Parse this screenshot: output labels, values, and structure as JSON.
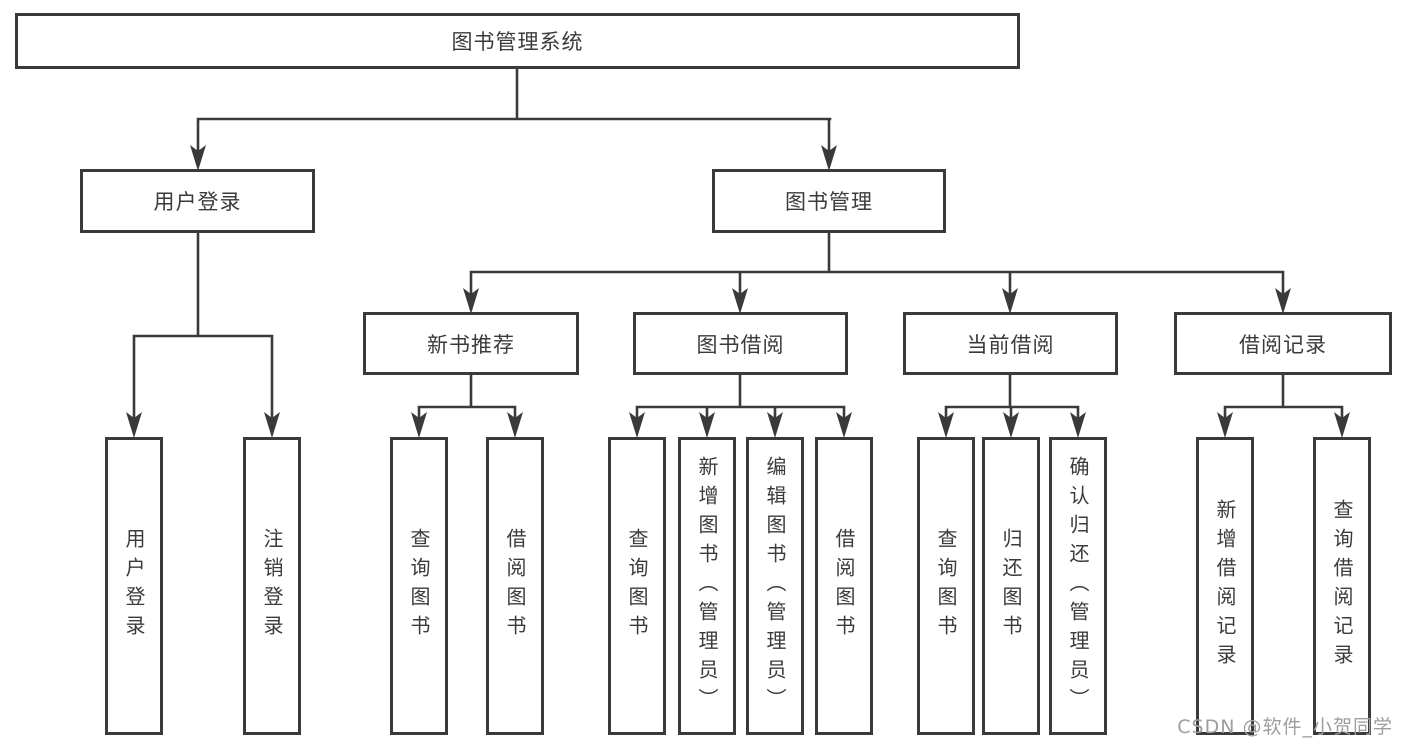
{
  "nodes": {
    "root": {
      "label": "图书管理系统"
    },
    "level2": {
      "userLogin": {
        "label": "用户登录"
      },
      "bookMgmt": {
        "label": "图书管理"
      }
    },
    "level3": {
      "newBookRec": {
        "label": "新书推荐"
      },
      "bookBorrow": {
        "label": "图书借阅"
      },
      "currentBorrow": {
        "label": "当前借阅"
      },
      "borrowRecord": {
        "label": "借阅记录"
      }
    },
    "leaves": {
      "userLoginLeaf": {
        "label": "用户登录"
      },
      "logoutLeaf": {
        "label": "注销登录"
      },
      "recQueryBooks": {
        "label": "查询图书"
      },
      "recBorrowBooks": {
        "label": "借阅图书"
      },
      "bbQueryBooks": {
        "label": "查询图书"
      },
      "bbAddBooks": {
        "label": "新增图书（管理员）"
      },
      "bbEditBooks": {
        "label": "编辑图书（管理员）"
      },
      "bbBorrowBooks": {
        "label": "借阅图书"
      },
      "cbQueryBooks": {
        "label": "查询图书"
      },
      "cbReturnBooks": {
        "label": "归还图书"
      },
      "cbConfirmReturn": {
        "label": "确认归还（管理员）"
      },
      "brAddRecord": {
        "label": "新增借阅记录"
      },
      "brQueryRecord": {
        "label": "查询借阅记录"
      }
    }
  },
  "watermark": "CSDN @软件_小贺同学",
  "colors": {
    "line": "#3a3a3a",
    "text": "#3b3b3b",
    "watermark": "#9e9e9e",
    "background": "#ffffff"
  }
}
